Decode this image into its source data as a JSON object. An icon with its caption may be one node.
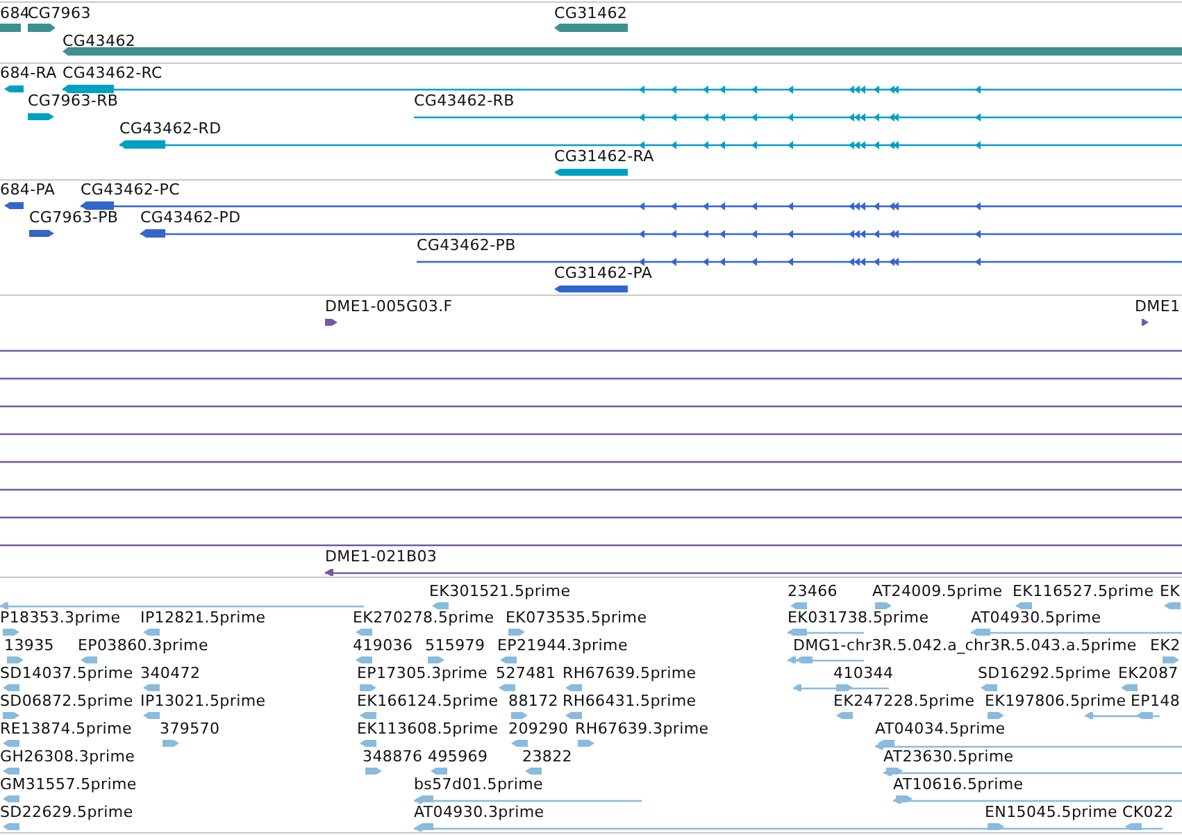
{
  "diagram": {
    "labels": [
      "684",
      "CG7963",
      "CG31462",
      "CG43462",
      "684-RA",
      "CG43462-RC",
      "CG7963-RB",
      "CG43462-RB",
      "CG43462-RD",
      "CG31462-RA",
      "684-PA",
      "CG43462-PC",
      "CG7963-PB",
      "CG43462-PD",
      "CG43462-PB",
      "CG31462-PA",
      "DME1-005G03.F",
      "DME1",
      "DME1-021B03",
      "EK301521.5prime",
      "23466",
      "AT24009.5prime",
      "EK116527.5prime",
      "EK",
      "P18353.3prime",
      "IP12821.5prime",
      "EK270278.5prime",
      "EK073535.5prime",
      "EK031738.5prime",
      "AT04930.5prime",
      "13935",
      "EP03860.3prime",
      "419036",
      "515979",
      "EP21944.3prime",
      "DMG1-chr3R.5.042.a_chr3R.5.043.a.5prime",
      "EK2",
      "SD14037.5prime",
      "340472",
      "EP17305.3prime",
      "527481",
      "RH67639.5prime",
      "410344",
      "SD16292.5prime",
      "EK2087",
      "SD06872.5prime",
      "IP13021.5prime",
      "EK166124.5prime",
      "88172",
      "RH66431.5prime",
      "EK247228.5prime",
      "EK197806.5prime",
      "EP148",
      "RE13874.5prime",
      "379570",
      "EK113608.5prime",
      "209290",
      "RH67639.3prime",
      "AT04034.5prime",
      "GH26308.3prime",
      "348876",
      "495969",
      "23822",
      "AT23630.5prime",
      "GM31557.5prime",
      "bs57d01.5prime",
      "AT10616.5prime",
      "SD22629.5prime",
      "AT04930.3prime",
      "EN15045.5prime",
      "CK022"
    ]
  }
}
